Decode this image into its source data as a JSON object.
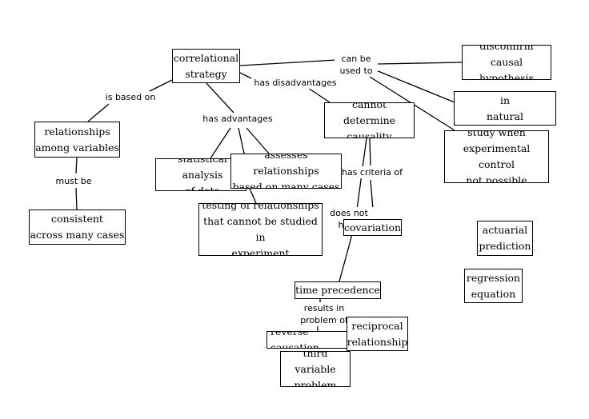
{
  "concepts": {
    "correlational_strategy": "correlational\nstrategy",
    "disconfirm": "disconfirm\ncausal hypothesis",
    "study_phenomena": "study phenomena in\nnatural environment",
    "study_when": "study when\nexperimental control\nnot possible",
    "cannot_determine": "cannot determine\ncausality",
    "relationships": "relationships\namong variables",
    "consistent": "consistent\nacross many cases",
    "statistical": "statistical analysis\nof data",
    "assesses": "assesses relationships\nbased on many cases",
    "testing": "testing of relationships\nthat cannot be studied in\nexperiment",
    "covariation": "covariation",
    "actuarial": "actuarial\nprediction",
    "regression": "regression\nequation",
    "time_precedence": "time precedence",
    "reverse": "reverse causation",
    "reciprocal": "reciprocal\nrelationship",
    "third_variable": "third variable\nproblem"
  },
  "links": {
    "can_be_used_to": "can be\nused to",
    "has_disadvantages": "has disadvantages",
    "is_based_on": "is based on",
    "has_advantages": "has advantages",
    "must_be": "must be",
    "has_criteria_of": "has criteria of",
    "does_not_have": "does not\nhave",
    "results_in_problem_of": "results in\nproblem of"
  }
}
